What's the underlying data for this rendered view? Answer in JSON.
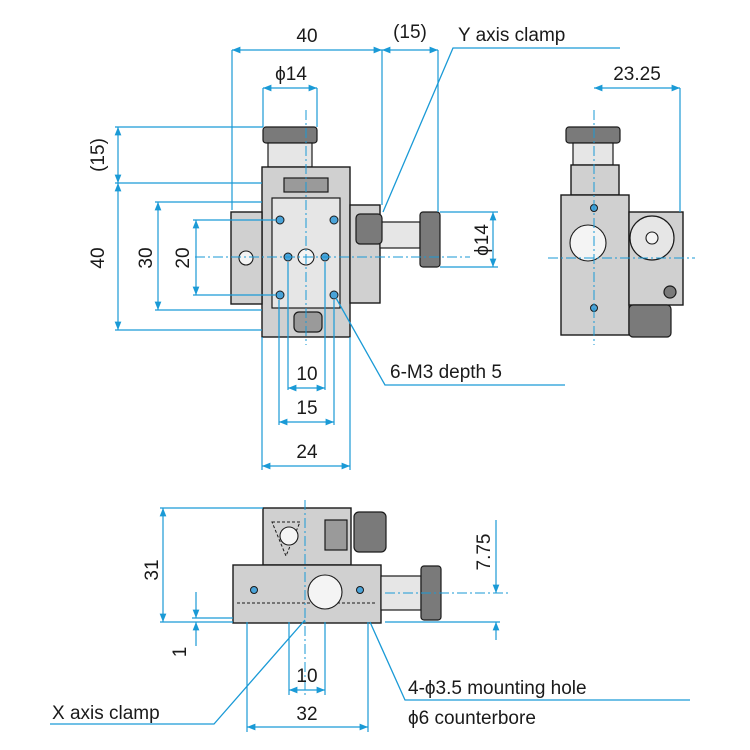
{
  "top_view": {
    "dim_width": "40",
    "dim_clamp_offset": "(15)",
    "dim_knob_dia": "ϕ14",
    "dim_height_offset": "(15)",
    "dim_height": "40",
    "dim_30": "30",
    "dim_20": "20",
    "dim_y_knob_dia": "ϕ14",
    "dim_10": "10",
    "dim_15": "15",
    "dim_24": "24"
  },
  "side_view": {
    "dim_23_25": "23.25"
  },
  "front_view": {
    "dim_31": "31",
    "dim_1": "1",
    "dim_7_75": "7.75",
    "dim_10": "10",
    "dim_32": "32"
  },
  "callouts": {
    "y_axis_clamp": "Y axis clamp",
    "tapped_holes": "6-M3 depth 5",
    "x_axis_clamp": "X axis clamp",
    "mounting_hole": "4-ϕ3.5 mounting hole",
    "counterbore": "ϕ6 counterbore"
  },
  "colors": {
    "dimension_lines": "#1a9ad6",
    "outline": "#1a1a1a",
    "metal": "#d0d0d0",
    "bolt_accent": "#4aa3d8"
  }
}
